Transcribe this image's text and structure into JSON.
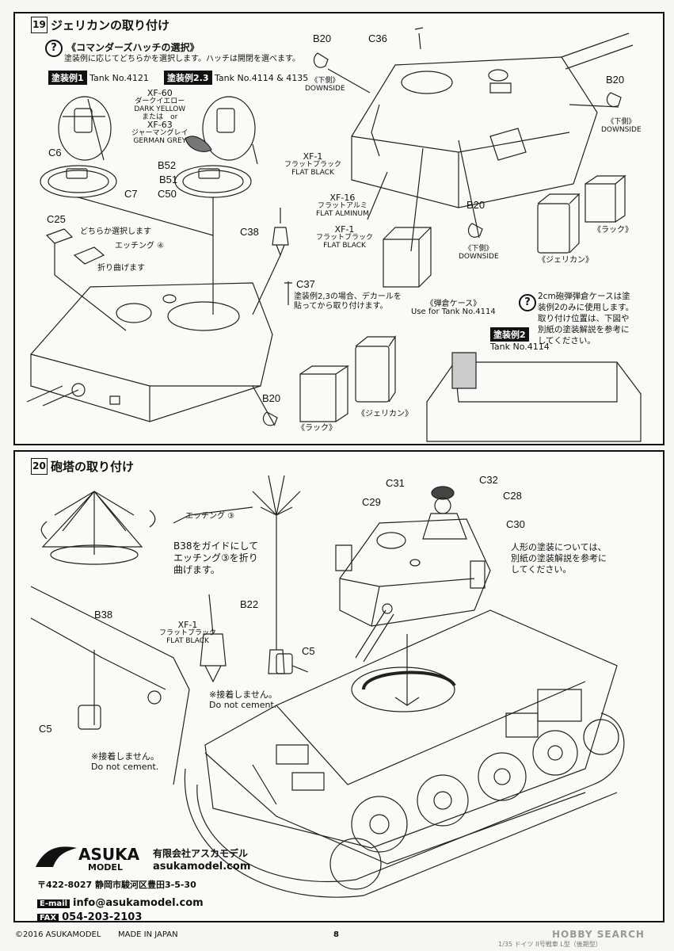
{
  "step19": {
    "number": "19",
    "title": "ジェリカンの取り付け",
    "hatch_title": "《コマンダーズハッチの選択》",
    "hatch_desc": "塗装例に応じてどちらかを選択します。ハッチは開閉を選べます。",
    "scheme1_tag": "塗装例1",
    "scheme1_tank": "Tank No.4121",
    "scheme23_tag": "塗装例2.3",
    "scheme23_tank": "Tank No.4114 & 4135",
    "paint_xf60_code": "XF-60",
    "paint_xf60_jp": "ダークイエロー",
    "paint_xf60_en": "DARK YELLOW",
    "or_text": "または　or",
    "paint_xf63_code": "XF-63",
    "paint_xf63_jp": "ジャーマングレイ",
    "paint_xf63_en": "GERMAN GREY",
    "paint_xf1_code": "XF-1",
    "paint_xf1_jp": "フラットブラック",
    "paint_xf1_en": "FLAT BLACK",
    "paint_xf16_code": "XF-16",
    "paint_xf16_jp": "フラットアルミ",
    "paint_xf16_en": "FLAT ALMINUM",
    "part_c6": "C6",
    "part_c7": "C7",
    "part_b52": "B52",
    "part_b51": "B51",
    "part_c50": "C50",
    "part_c25": "C25",
    "c25_note": "どちらか選択します",
    "etching4": "エッチング ④",
    "fold_note": "折り曲げます",
    "part_c38": "C38",
    "part_c37": "C37",
    "c37_note_1": "塗装例2,3の場合、デカールを",
    "c37_note_2": "貼ってから取り付けます。",
    "part_c36": "C36",
    "part_b20": "B20",
    "downside_jp": "《下側》",
    "downside_en": "DOWNSIDE",
    "ammo_case_jp": "《弾倉ケース》",
    "ammo_case_en": "Use for Tank No.4114",
    "jerrycan": "《ジェリカン》",
    "rack": "《ラック》",
    "ammo_note_1": "2cm砲弾弾倉ケースは塗",
    "ammo_note_2": "装例2のみに使用します。",
    "ammo_note_3": "取り付け位置は、下図や",
    "ammo_note_4": "別紙の塗装解説を参考に",
    "ammo_note_5": "してください。",
    "scheme2_tag": "塗装例2",
    "scheme2_tank": "Tank No.4114"
  },
  "step20": {
    "number": "20",
    "title": "砲塔の取り付け",
    "etching3": "エッチング ③",
    "b38_note_1": "B38をガイドにして",
    "b38_note_2": "エッチング③を折り",
    "b38_note_3": "曲げます。",
    "part_b38": "B38",
    "part_b22": "B22",
    "part_c5": "C5",
    "part_c31": "C31",
    "part_c32": "C32",
    "part_c29": "C29",
    "part_c28": "C28",
    "part_c30": "C30",
    "figure_note_1": "人形の塗装については、",
    "figure_note_2": "別紙の塗装解説を参考に",
    "figure_note_3": "してください。",
    "no_cement_jp": "※接着しません。",
    "no_cement_en": "Do not cement."
  },
  "company": {
    "logo_main": "ASUKA",
    "logo_sub": "MODEL",
    "name_jp": "有限会社アスカモデル",
    "website": "asukamodel.com",
    "address": "〒422-8027 静岡市駿河区豊田3-5-30",
    "email_tag": "E-mail",
    "email": "info@asukamodel.com",
    "fax_tag": "FAX",
    "fax": "054-203-2103"
  },
  "footer": {
    "copyright": "©2016 ASUKAMODEL",
    "made_in": "MADE IN JAPAN",
    "page": "8",
    "scale_note": "1/35 ドイツ II号戦車 L型（後期型）",
    "watermark": "HOBBY SEARCH"
  },
  "colors": {
    "ink": "#111111",
    "paper": "#f7f6f2"
  }
}
